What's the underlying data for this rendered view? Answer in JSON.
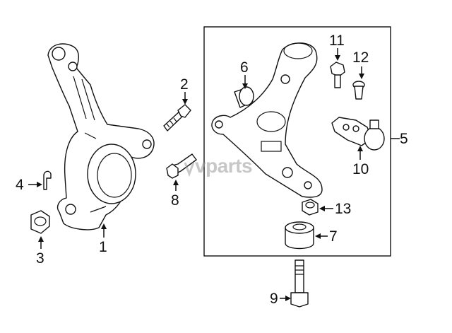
{
  "callouts": {
    "c1": "1",
    "c2": "2",
    "c3": "3",
    "c4": "4",
    "c5": "5",
    "c6": "6",
    "c7": "7",
    "c8": "8",
    "c9": "9",
    "c10": "10",
    "c11": "11",
    "c12": "12",
    "c13": "13"
  },
  "watermark": "vparts",
  "colors": {
    "line": "#111111",
    "background": "#ffffff",
    "watermark": "#9a9a9a"
  }
}
